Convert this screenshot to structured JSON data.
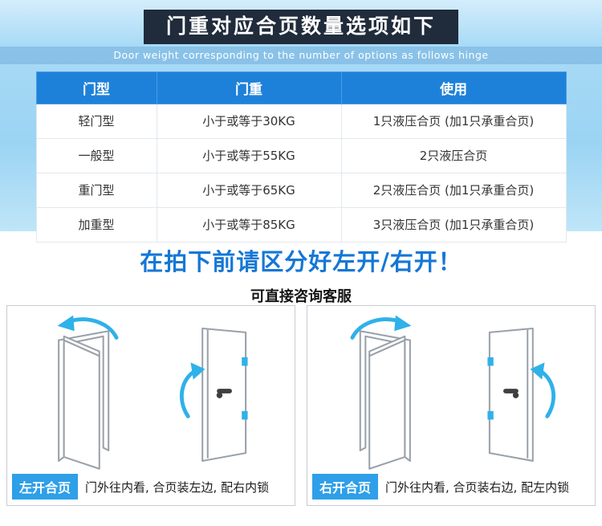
{
  "banner": {
    "title": "门重对应合页数量选项如下",
    "subtitle": "Door weight corresponding to the number of options as follows hinge"
  },
  "table": {
    "columns": [
      "门型",
      "门重",
      "使用"
    ],
    "rows": [
      [
        "轻门型",
        "小于或等于30KG",
        "1只液压合页 (加1只承重合页)"
      ],
      [
        "一般型",
        "小于或等于55KG",
        "2只液压合页"
      ],
      [
        "重门型",
        "小于或等于65KG",
        "2只液压合页 (加1只承重合页)"
      ],
      [
        "加重型",
        "小于或等于85KG",
        "3只液压合页 (加1只承重合页)"
      ]
    ]
  },
  "notice": {
    "title": "在拍下前请区分好左开/右开！",
    "subtitle": "可直接咨询客服"
  },
  "panels": {
    "left": {
      "label": "左开合页",
      "caption": "门外往内看, 合页装左边, 配右内锁"
    },
    "right": {
      "label": "右开合页",
      "caption": "门外往内看, 合页装右边, 配左内锁"
    }
  },
  "icons": {
    "open_door": "door-open-swing-icon",
    "handle_door": "door-handle-icon",
    "arrow": "swing-arrow-icon"
  },
  "colors": {
    "header_blue": "#1e81d9",
    "arrow_blue": "#2fb1ea",
    "banner_bg": "#202b3b",
    "label_blue": "#2e9fe8",
    "title_blue": "#1577d6"
  }
}
